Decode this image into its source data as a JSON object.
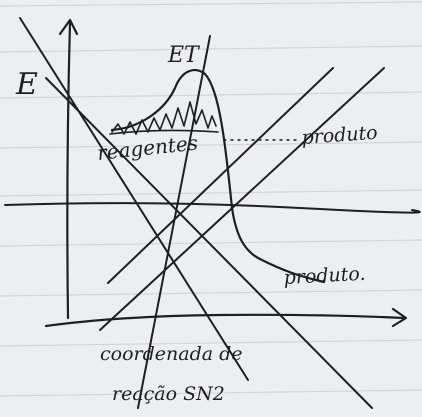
{
  "labels": {
    "energy_axis": "E",
    "transition_state": "ET",
    "reagents": "reagentes",
    "product_upper": "produto",
    "product_lower": "produto.",
    "x_axis_line1": "coordenada de",
    "x_axis_line2": "reação SN2"
  },
  "colors": {
    "paper": "#eceef0",
    "rule": "#c9d3e0",
    "ink": "#1d1f24"
  }
}
